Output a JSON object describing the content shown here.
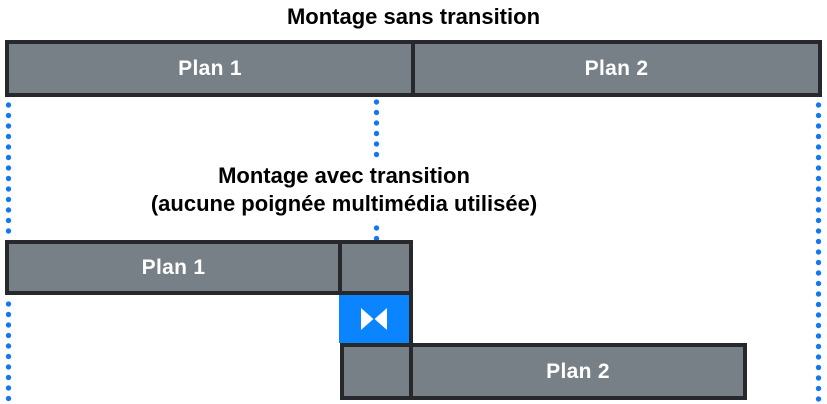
{
  "diagram_top": {
    "title": "Montage sans transition",
    "clip1_label": "Plan 1",
    "clip2_label": "Plan 2"
  },
  "diagram_bottom": {
    "title_line1": "Montage avec transition",
    "title_line2": "(aucune poignée multimédia utilisée)",
    "clip1_label": "Plan 1",
    "clip2_label": "Plan 2"
  },
  "icons": {
    "transition": "bowtie-transition-icon"
  },
  "colors": {
    "clip_gray": "#778086",
    "clip_border_dark": "#26282B",
    "transition_blue": "#0A84FF",
    "dotted_line_blue": "#1277F0",
    "clip_label_white": "#FFFFFF",
    "title_black": "#000000",
    "background": "#FFFFFF"
  }
}
